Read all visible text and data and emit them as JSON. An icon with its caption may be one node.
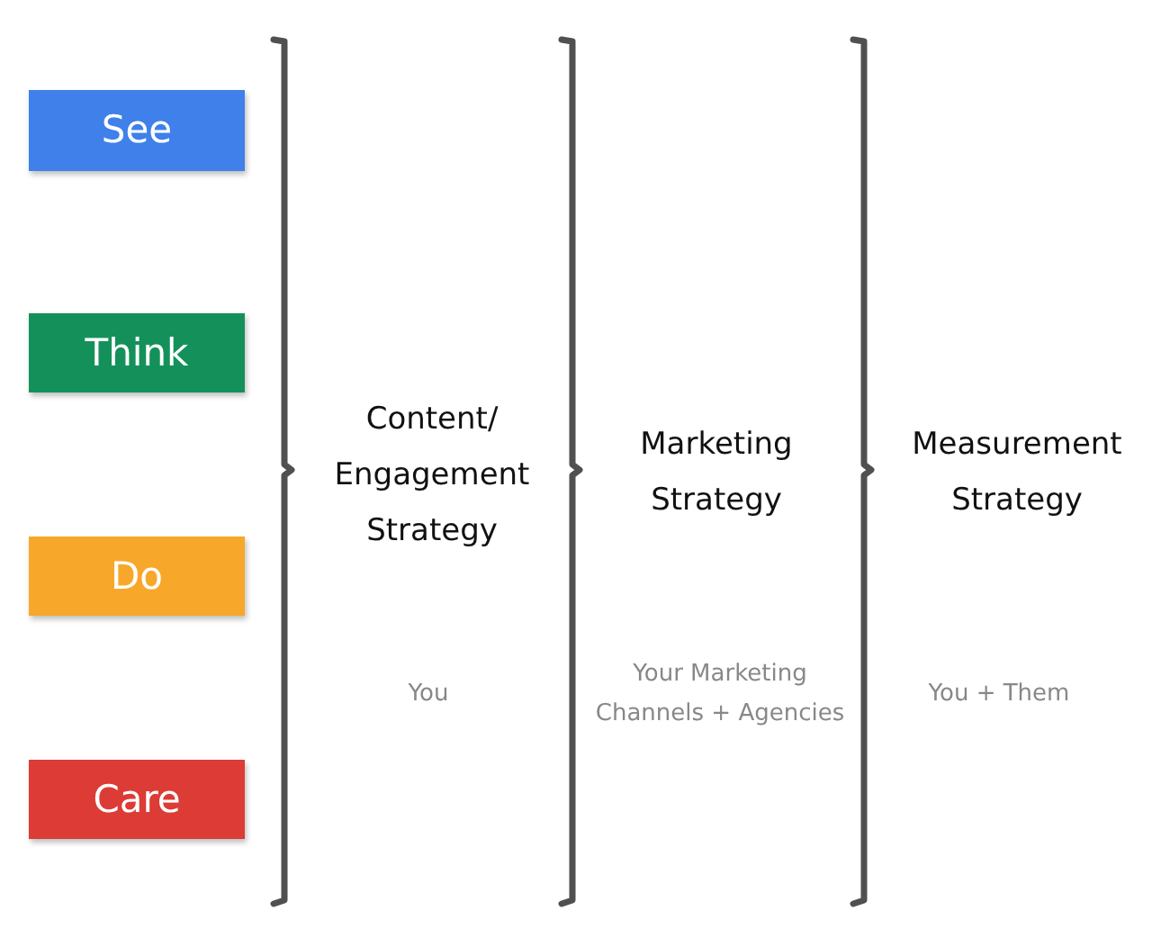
{
  "diagram": {
    "nodes": [
      {
        "text": [
          "See"
        ]
      },
      {
        "text": [
          "Think"
        ]
      },
      {
        "text": [
          "Do"
        ]
      },
      {
        "text": [
          "Care"
        ]
      }
    ],
    "labels": [
      "Content/ Engagement Strategy",
      "Marketing Strategy",
      "Measurement Strategy",
      "You",
      "Your Marketing Channels + Agencies",
      "You + Them"
    ]
  }
}
